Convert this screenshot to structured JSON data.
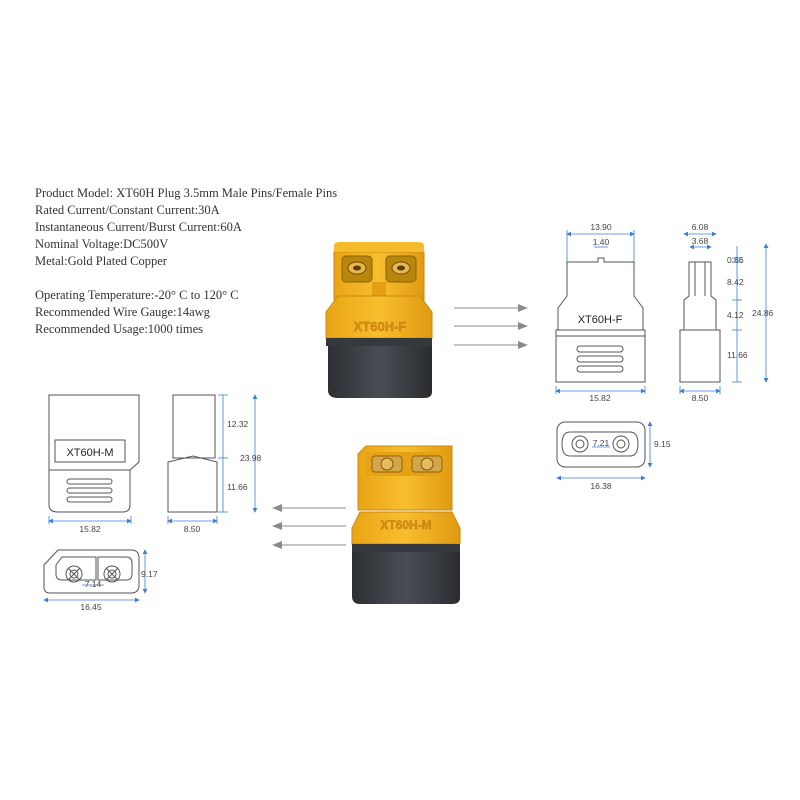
{
  "specs": {
    "product_model": "Product Model:  XT60H Plug 3.5mm  Male Pins/Female Pins",
    "rated_current": "Rated Current/Constant Current:30A",
    "instant_current": "Instantaneous Current/Burst Current:60A",
    "voltage": "Nominal Voltage:DC500V",
    "metal": "Metal:Gold Plated Copper",
    "temperature": "Operating Temperature:-20° C  to 120° C",
    "wire_gauge": "Recommended Wire Gauge:14awg",
    "usage": "Recommended Usage:1000 times"
  },
  "female": {
    "label": "XT60H-F",
    "photo_label": "XT60H-F",
    "dims": {
      "top_width": "13.90",
      "pin_width": "1.40",
      "side_width": "6.08",
      "side_inner": "3.68",
      "d_066": "0.66",
      "d_842": "8.42",
      "d_412": "4.12",
      "d_1166": "11.66",
      "total_height": "24.86",
      "body_width": "15.82",
      "side_body_width": "8.50",
      "face_height": "9.15",
      "face_width": "16.38",
      "face_inner": "7.21"
    }
  },
  "male": {
    "label": "XT60H-M",
    "photo_label": "XT60H-M",
    "dims": {
      "d_1232": "12.32",
      "total_height": "23.98",
      "d_1166": "11.66",
      "body_width": "15.82",
      "side_body_width": "8.50",
      "face_height": "9.17",
      "face_inner": "7.14",
      "face_width": "16.45"
    }
  },
  "colors": {
    "housing": "#f2b01e",
    "housing_dark": "#c98a10",
    "body": "#3a3d42",
    "gold": "#d9a441",
    "arrow": "#8a8a8a",
    "dimension": "#3b7fd6"
  }
}
